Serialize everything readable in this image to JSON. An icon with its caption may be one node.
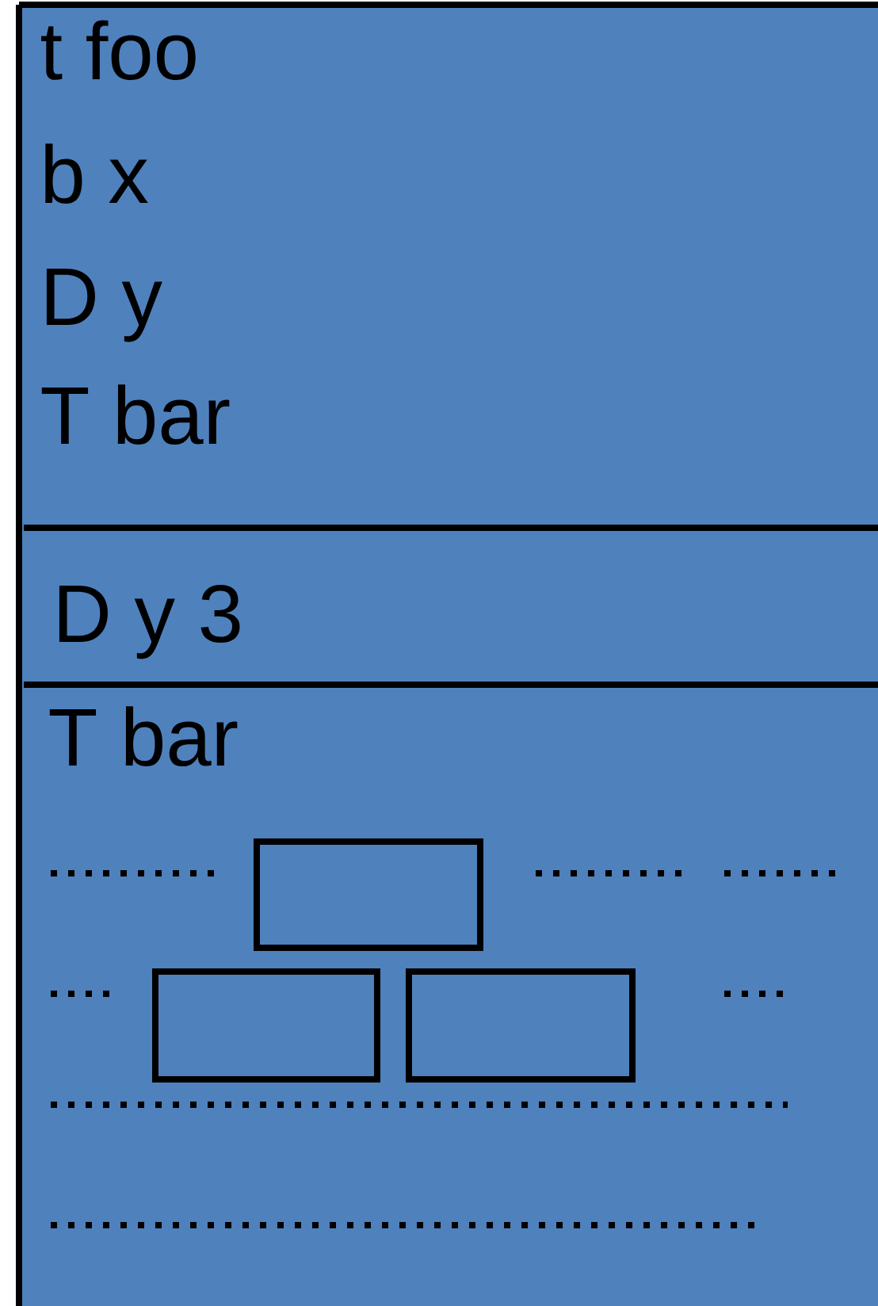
{
  "diagram": {
    "nodes": [
      {
        "text": [
          "t foo",
          "b x",
          "D y",
          "T bar"
        ]
      },
      {
        "text": [
          "D y 3"
        ]
      },
      {
        "text": [
          "T bar"
        ]
      },
      {
        "text": [],
        "shape": "box",
        "in": 2
      },
      {
        "text": [],
        "shape": "box",
        "in": 2
      },
      {
        "text": [],
        "shape": "box",
        "in": 2
      }
    ]
  }
}
